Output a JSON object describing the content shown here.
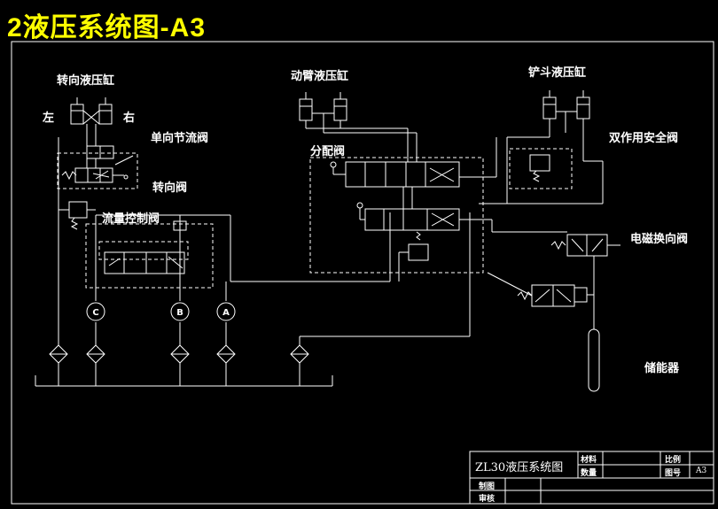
{
  "title": "2液压系统图-A3",
  "labels": {
    "steering_cylinder": "转向液压缸",
    "left": "左",
    "right": "右",
    "one_way_throttle": "单向节流阀",
    "steering_valve": "转向阀",
    "flow_control_valve": "流量控制阀",
    "boom_cylinder": "动臂液压缸",
    "distribution_valve": "分配阀",
    "bucket_cylinder": "铲斗液压缸",
    "double_acting_safety_valve": "双作用安全阀",
    "solenoid_valve": "电磁换向阀",
    "accumulator": "储能器"
  },
  "pumps": [
    "C",
    "B",
    "A"
  ],
  "title_block": {
    "drawing_name": "ZL30液压系统图",
    "material": "材料",
    "quantity": "数量",
    "scale": "比例",
    "drawing_no": "图号",
    "sheet_size": "A3",
    "drawn_by": "制图",
    "reviewed_by": "审核"
  }
}
